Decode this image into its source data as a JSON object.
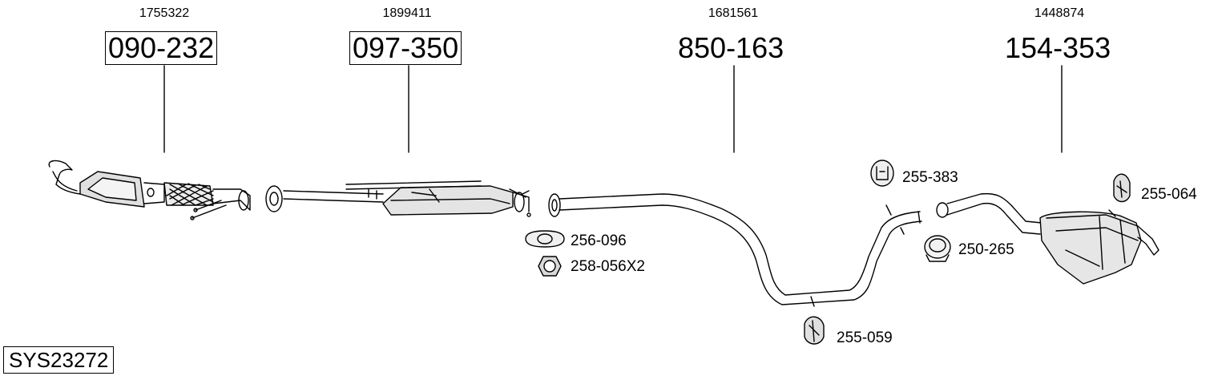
{
  "assemblies": [
    {
      "ref": "1755322",
      "code": "090-232"
    },
    {
      "ref": "1899411",
      "code": "097-350"
    },
    {
      "ref": "1681561",
      "code": "850-163"
    },
    {
      "ref": "1448874",
      "code": "154-353"
    }
  ],
  "parts": [
    "256-096",
    "258-056X2",
    "255-383",
    "255-064",
    "250-265",
    "255-059"
  ],
  "system_code": "SYS23272"
}
